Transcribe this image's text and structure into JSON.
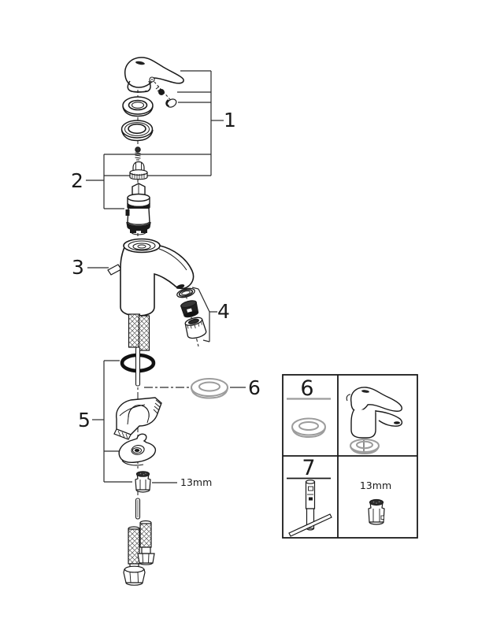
{
  "diagram": {
    "type": "exploded-parts-diagram",
    "colors": {
      "line": "#1a1a1a",
      "callout_line": "#2a2a2a",
      "gray_part": "#9c9c9c",
      "dark_fill": "#222222",
      "background": "#ffffff"
    },
    "callouts": {
      "n1": "1",
      "n2": "2",
      "n3": "3",
      "n4": "4",
      "n5": "5",
      "n6": "6"
    },
    "annotations": {
      "wrench_size": "13mm"
    },
    "inset": {
      "cell6_label": "6",
      "cell7_label": "7",
      "wrench_size": "13mm"
    }
  }
}
